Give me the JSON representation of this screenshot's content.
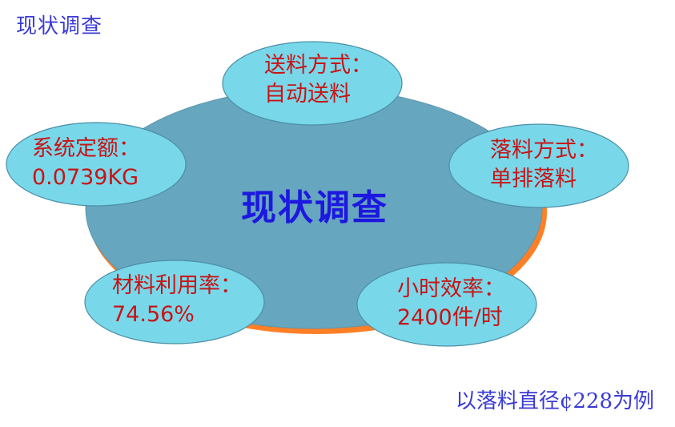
{
  "page": {
    "title": "现状调查",
    "footer_note": "以落料直径¢228为例"
  },
  "diagram": {
    "center_label": "现状调查",
    "colors": {
      "main_fill": "#67a6bf",
      "main_shadow": "#ff7f27",
      "bubble_fill": "#79d7ea",
      "bubble_stroke": "#4a8fa5",
      "bubble_text": "#c81414",
      "center_text": "#1c18e0",
      "title_text": "#3a3ad6"
    },
    "nodes": [
      {
        "id": "feeding",
        "label": "送料方式：",
        "value": "自动送料"
      },
      {
        "id": "blanking",
        "label": "落料方式：",
        "value": "单排落料"
      },
      {
        "id": "efficiency",
        "label": "小时效率：",
        "value": "2400件/时"
      },
      {
        "id": "utilization",
        "label": "材料利用率：",
        "value": "74.56%"
      },
      {
        "id": "quota",
        "label": "系统定额：",
        "value": "0.0739KG"
      }
    ]
  }
}
